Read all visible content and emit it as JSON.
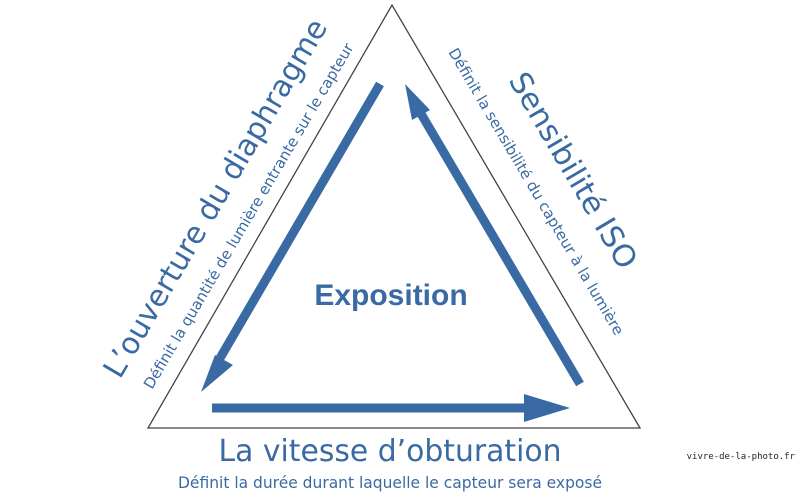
{
  "diagram": {
    "center_label": "Exposition",
    "left": {
      "title": "L’ouverture du diaphragme",
      "subtitle": "Définit la quantité de lumière entrante sur le capteur"
    },
    "right": {
      "title": "Sensibilité ISO",
      "subtitle": "Définit la sensibilité du capteur à la lumière"
    },
    "bottom": {
      "title": "La vitesse d’obturation",
      "subtitle": "Définit la durée durant laquelle le capteur sera exposé"
    }
  },
  "watermark": "vivre-de-la-photo.fr",
  "colors": {
    "accent": "#3a6aa3",
    "outline": "#444444"
  }
}
